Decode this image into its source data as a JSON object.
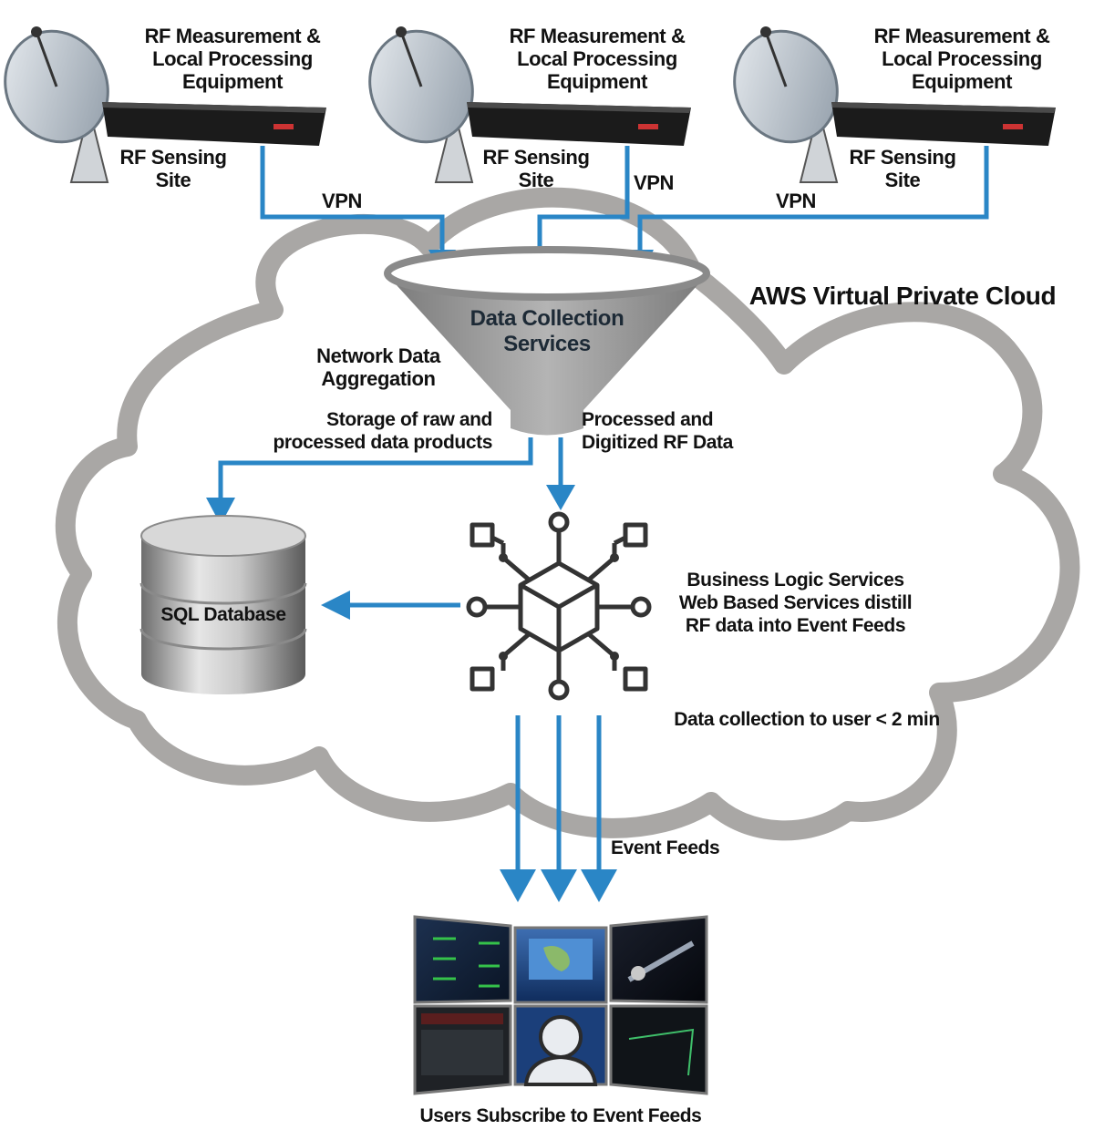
{
  "sites": [
    {
      "equipment": [
        "RF Measurement &",
        "Local Processing",
        "Equipment"
      ],
      "site": [
        "RF Sensing",
        "Site"
      ],
      "link": "VPN"
    },
    {
      "equipment": [
        "RF Measurement &",
        "Local Processing",
        "Equipment"
      ],
      "site": [
        "RF Sensing",
        "Site"
      ],
      "link": "VPN"
    },
    {
      "equipment": [
        "RF Measurement &",
        "Local Processing",
        "Equipment"
      ],
      "site": [
        "RF Sensing",
        "Site"
      ],
      "link": "VPN"
    }
  ],
  "cloud": {
    "title": "AWS Virtual Private Cloud"
  },
  "funnel": {
    "label": [
      "Data Collection",
      "Services"
    ]
  },
  "aggregation": [
    "Network Data",
    "Aggregation"
  ],
  "storage": [
    "Storage of raw and",
    "processed data products"
  ],
  "processed": [
    "Processed and",
    "Digitized RF Data"
  ],
  "database": {
    "label": "SQL Database"
  },
  "business": {
    "title": "Business Logic Services",
    "lines": [
      "Web Based Services distill",
      "RF data into Event Feeds"
    ]
  },
  "latency": "Data collection to user < 2 min",
  "event_feeds": "Event Feeds",
  "users": "Users Subscribe to Event Feeds",
  "colors": {
    "arrow": "#2a86c6",
    "cloud": "#a9a7a5",
    "funnel": "#8f8f8f",
    "dark": "#222222"
  }
}
